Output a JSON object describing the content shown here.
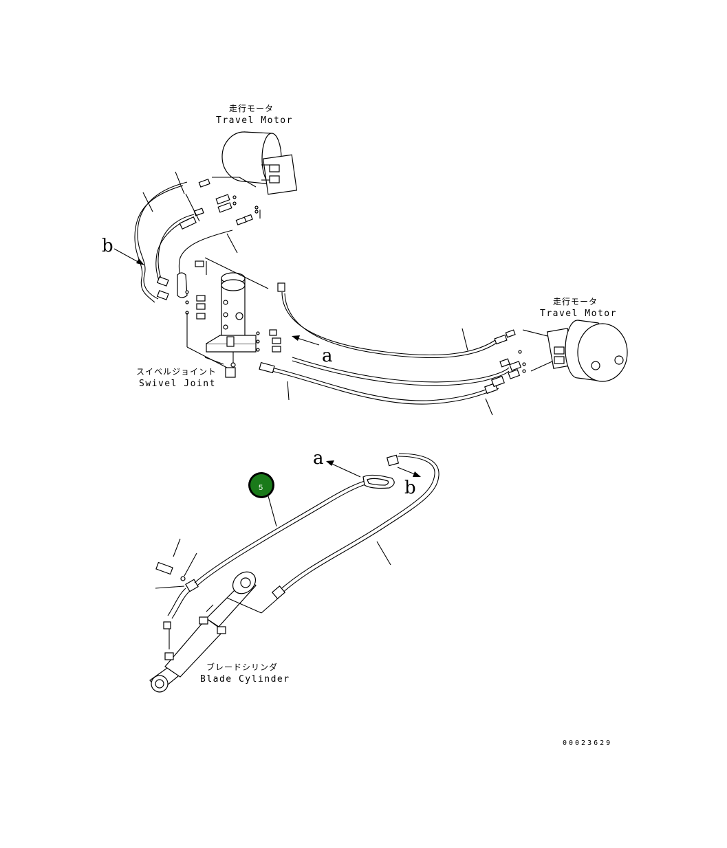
{
  "labels": {
    "travel_motor_top_jp": "走行モータ",
    "travel_motor_top_en": "Travel Motor",
    "travel_motor_right_jp": "走行モータ",
    "travel_motor_right_en": "Travel Motor",
    "swivel_joint_jp": "スイベルジョイント",
    "swivel_joint_en": "Swivel Joint",
    "blade_cylinder_jp": "ブレードシリンダ",
    "blade_cylinder_en": "Blade Cylinder",
    "ref_b_upper": "b",
    "ref_a_upper": "a",
    "ref_a_lower": "a",
    "ref_b_lower": "b"
  },
  "callout": {
    "number": "5",
    "color": "#1a7a1a"
  },
  "drawing_code": "00023629"
}
